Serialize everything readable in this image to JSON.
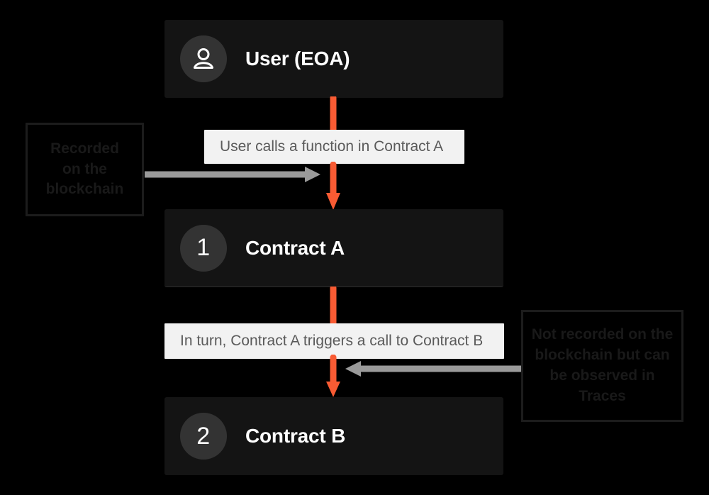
{
  "diagram": {
    "background_color": "#000000",
    "accent_color": "#f95b33",
    "node_color": "#141414",
    "caption_color": "#f2f2f2",
    "annotation_arrow_color": "#9a9a9a",
    "nodes": [
      {
        "id": "user",
        "badge_type": "user-icon",
        "badge_text": "",
        "label": "User (EOA)"
      },
      {
        "id": "contract-a",
        "badge_type": "number",
        "badge_text": "1",
        "label": "Contract A"
      },
      {
        "id": "contract-b",
        "badge_type": "number",
        "badge_text": "2",
        "label": "Contract B"
      }
    ],
    "captions": [
      {
        "id": "caption-1",
        "text": "User calls a function in Contract A"
      },
      {
        "id": "caption-2",
        "text": "In turn, Contract A triggers a call to Contract B"
      }
    ],
    "annotations": [
      {
        "id": "note-left",
        "direction": "right",
        "lines": [
          "Recorded",
          "on the",
          "blockchain"
        ]
      },
      {
        "id": "note-right",
        "direction": "left",
        "lines": [
          "Not recorded on the",
          "blockchain but can",
          "be observed in",
          "Traces"
        ]
      }
    ]
  }
}
